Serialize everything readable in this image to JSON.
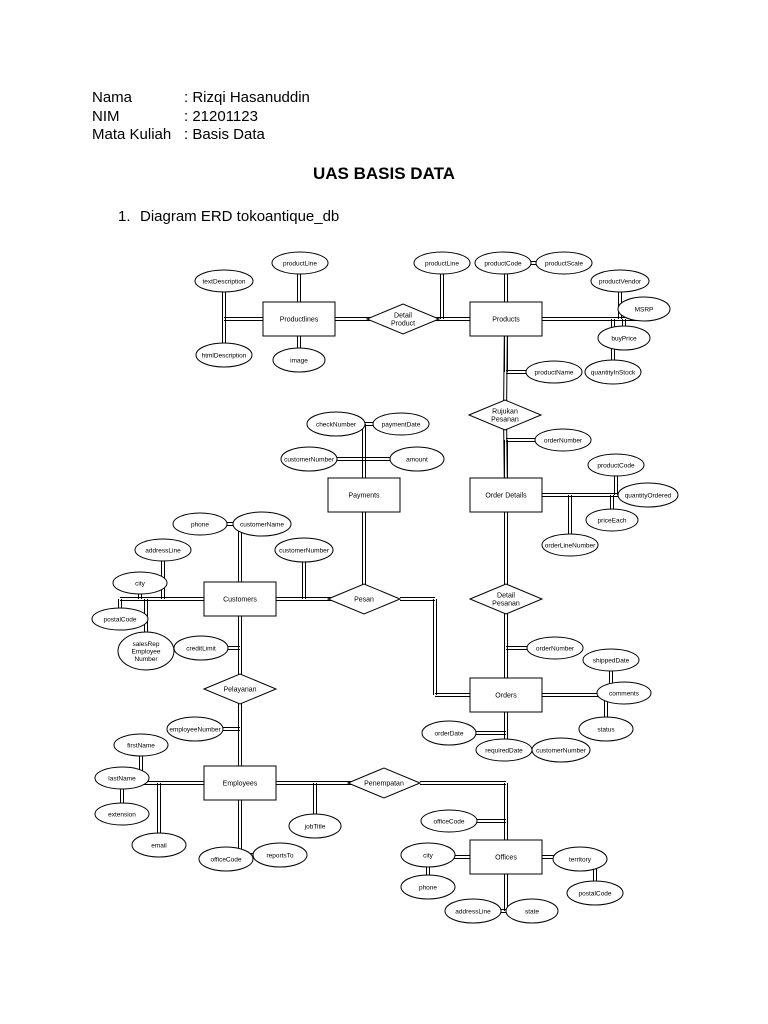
{
  "header": {
    "rows": [
      {
        "label": "Nama",
        "value": ": Rizqi Hasanuddin"
      },
      {
        "label": "NIM",
        "value": ": 21201123"
      },
      {
        "label": "Mata Kuliah",
        "value": ": Basis Data"
      }
    ]
  },
  "title": "UAS BASIS DATA",
  "section": {
    "number": "1.",
    "text": "Diagram ERD tokoantique_db"
  },
  "diagram": {
    "entities": [
      {
        "id": "productlines",
        "label": "Productlines"
      },
      {
        "id": "products",
        "label": "Products"
      },
      {
        "id": "payments",
        "label": "Payments"
      },
      {
        "id": "orderdetails",
        "label": "Order Details"
      },
      {
        "id": "customers",
        "label": "Customers"
      },
      {
        "id": "orders",
        "label": "Orders"
      },
      {
        "id": "employees",
        "label": "Employees"
      },
      {
        "id": "offices",
        "label": "Offices"
      }
    ],
    "relationships": [
      {
        "id": "detail-product",
        "lines": [
          "Detail",
          "Product"
        ]
      },
      {
        "id": "rujukan-pesanan",
        "lines": [
          "Rujukan",
          "Pesanan"
        ]
      },
      {
        "id": "pesan",
        "lines": [
          "Pesan"
        ]
      },
      {
        "id": "detail-pesanan",
        "lines": [
          "Detail",
          "Pesanan"
        ]
      },
      {
        "id": "pelayanan",
        "lines": [
          "Pelayanan"
        ]
      },
      {
        "id": "penempatan",
        "lines": [
          "Penempatan"
        ]
      }
    ],
    "attributes": [
      {
        "id": "pl-productline",
        "lines": [
          "productLine"
        ]
      },
      {
        "id": "pl-textdescription",
        "lines": [
          "textDescription"
        ]
      },
      {
        "id": "pl-htmldescription",
        "lines": [
          "htmlDescription"
        ]
      },
      {
        "id": "pl-image",
        "lines": [
          "image"
        ]
      },
      {
        "id": "p-productline",
        "lines": [
          "productLine"
        ]
      },
      {
        "id": "p-productcode",
        "lines": [
          "productCode"
        ]
      },
      {
        "id": "p-productscale",
        "lines": [
          "productScale"
        ]
      },
      {
        "id": "p-productvendor",
        "lines": [
          "productVendor"
        ]
      },
      {
        "id": "p-msrp",
        "lines": [
          "MSRP"
        ]
      },
      {
        "id": "p-buyprice",
        "lines": [
          "buyPrice"
        ]
      },
      {
        "id": "p-productname",
        "lines": [
          "productName"
        ]
      },
      {
        "id": "p-quantityinstock",
        "lines": [
          "quantityInStock"
        ]
      },
      {
        "id": "pay-checknumber",
        "lines": [
          "checkNumber"
        ]
      },
      {
        "id": "pay-paymentdate",
        "lines": [
          "paymentDate"
        ]
      },
      {
        "id": "pay-customernumber",
        "lines": [
          "customerNumber"
        ]
      },
      {
        "id": "pay-amount",
        "lines": [
          "amount"
        ]
      },
      {
        "id": "od-ordernumber",
        "lines": [
          "orderNumber"
        ]
      },
      {
        "id": "od-productcode",
        "lines": [
          "productCode"
        ]
      },
      {
        "id": "od-quantityordered",
        "lines": [
          "quantityOrdered"
        ]
      },
      {
        "id": "od-priceeach",
        "lines": [
          "priceEach"
        ]
      },
      {
        "id": "od-orderlinenumber",
        "lines": [
          "orderLineNumber"
        ]
      },
      {
        "id": "c-phone",
        "lines": [
          "phone"
        ]
      },
      {
        "id": "c-customername",
        "lines": [
          "customerName"
        ]
      },
      {
        "id": "c-addressline",
        "lines": [
          "addressLine"
        ]
      },
      {
        "id": "c-customernumber",
        "lines": [
          "customerNumber"
        ]
      },
      {
        "id": "c-city",
        "lines": [
          "city"
        ]
      },
      {
        "id": "c-postalcode",
        "lines": [
          "postalCode"
        ]
      },
      {
        "id": "c-salesrep",
        "lines": [
          "salesRep",
          "Employee",
          "Number"
        ]
      },
      {
        "id": "c-creditlimit",
        "lines": [
          "creditLimit"
        ]
      },
      {
        "id": "o-ordernumber",
        "lines": [
          "orderNumber"
        ]
      },
      {
        "id": "o-shippeddate",
        "lines": [
          "shippedDate"
        ]
      },
      {
        "id": "o-comments",
        "lines": [
          "comments"
        ]
      },
      {
        "id": "o-status",
        "lines": [
          "status"
        ]
      },
      {
        "id": "o-orderdate",
        "lines": [
          "orderDate"
        ]
      },
      {
        "id": "o-requireddate",
        "lines": [
          "requiredDate"
        ]
      },
      {
        "id": "o-customernumber",
        "lines": [
          "customerNumber"
        ]
      },
      {
        "id": "e-employeenumber",
        "lines": [
          "employeeNumber"
        ]
      },
      {
        "id": "e-firstname",
        "lines": [
          "firstName"
        ]
      },
      {
        "id": "e-lastname",
        "lines": [
          "lastName"
        ]
      },
      {
        "id": "e-extension",
        "lines": [
          "extension"
        ]
      },
      {
        "id": "e-email",
        "lines": [
          "email"
        ]
      },
      {
        "id": "e-officecode",
        "lines": [
          "officeCode"
        ]
      },
      {
        "id": "e-reportsto",
        "lines": [
          "reportsTo"
        ]
      },
      {
        "id": "e-jobtitle",
        "lines": [
          "jobTitle"
        ]
      },
      {
        "id": "of-officecode",
        "lines": [
          "officeCode"
        ]
      },
      {
        "id": "of-city",
        "lines": [
          "city"
        ]
      },
      {
        "id": "of-phone",
        "lines": [
          "phone"
        ]
      },
      {
        "id": "of-addressline",
        "lines": [
          "addressLine"
        ]
      },
      {
        "id": "of-state",
        "lines": [
          "state"
        ]
      },
      {
        "id": "of-territory",
        "lines": [
          "territory"
        ]
      },
      {
        "id": "of-postalcode",
        "lines": [
          "postalCode"
        ]
      }
    ]
  }
}
